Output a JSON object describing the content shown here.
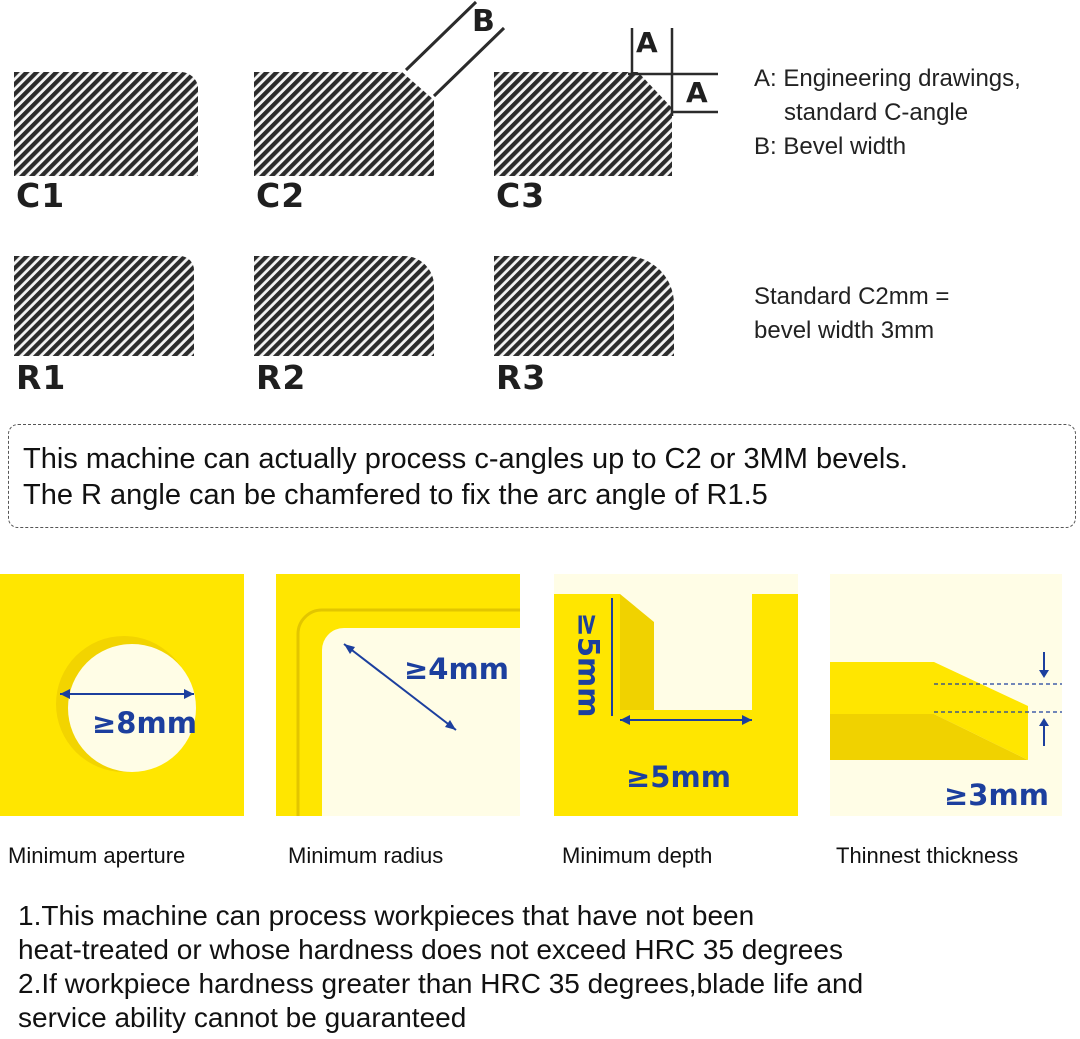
{
  "shapes": {
    "c_row": [
      "C1",
      "C2",
      "C3"
    ],
    "r_row": [
      "R1",
      "R2",
      "R3"
    ],
    "marker_b": "B",
    "marker_a": "A"
  },
  "legend": {
    "line1": "A: Engineering drawings,",
    "line2": "standard C-angle",
    "line3": "B: Bevel width",
    "std1": "Standard C2mm =",
    "std2": "bevel width 3mm"
  },
  "note": {
    "line1": "This machine can actually process c-angles up to C2 or 3MM bevels.",
    "line2": "The R angle can be chamfered to fix the arc angle of R1.5"
  },
  "panels": [
    {
      "value": "≥8mm",
      "caption": "Minimum aperture"
    },
    {
      "value": "≥4mm",
      "caption": "Minimum radius"
    },
    {
      "value_vertical": "≥5mm",
      "value": "≥5mm",
      "caption": "Minimum depth"
    },
    {
      "value": "≥3mm",
      "caption": "Thinnest thickness"
    }
  ],
  "notes_bottom": [
    "1.This machine can process workpieces that have not been",
    "heat-treated or whose hardness does not exceed HRC 35 degrees",
    "2.If workpiece hardness greater than HRC 35 degrees,blade life and",
    "service ability cannot be guaranteed"
  ],
  "colors": {
    "yellow": "#FFE600",
    "cream": "#FFFDE6",
    "hatch": "#2b2b2b",
    "measure_blue": "#1c3f9e"
  }
}
